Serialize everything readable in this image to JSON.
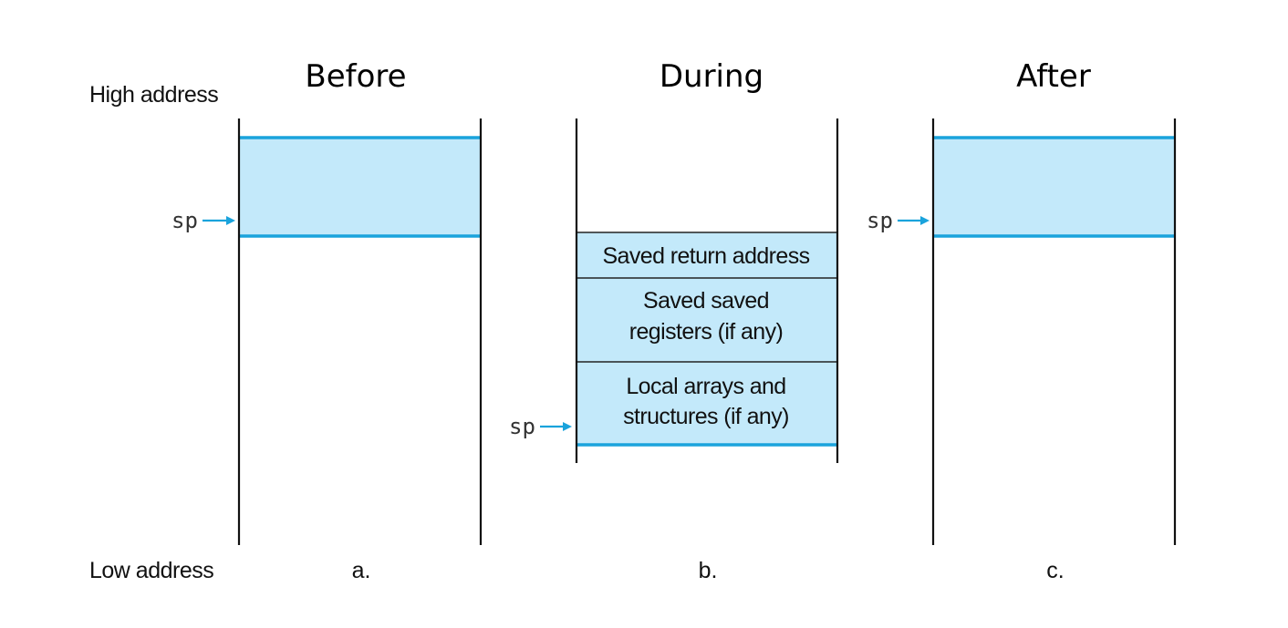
{
  "titles": {
    "before": "Before",
    "during": "During",
    "after": "After"
  },
  "axis": {
    "high": "High address",
    "low": "Low address"
  },
  "captions": {
    "a": "a.",
    "b": "b.",
    "c": "c."
  },
  "pointer_label": "sp",
  "during_frame": {
    "return_address": "Saved return address",
    "saved_regs_line1": "Saved saved",
    "saved_regs_line2": "registers (if any)",
    "locals_line1": "Local arrays and",
    "locals_line2": "structures (if any)"
  },
  "colors": {
    "accent": "#1aa3dc",
    "fill": "#c3e9fa",
    "wall": "#111111"
  }
}
